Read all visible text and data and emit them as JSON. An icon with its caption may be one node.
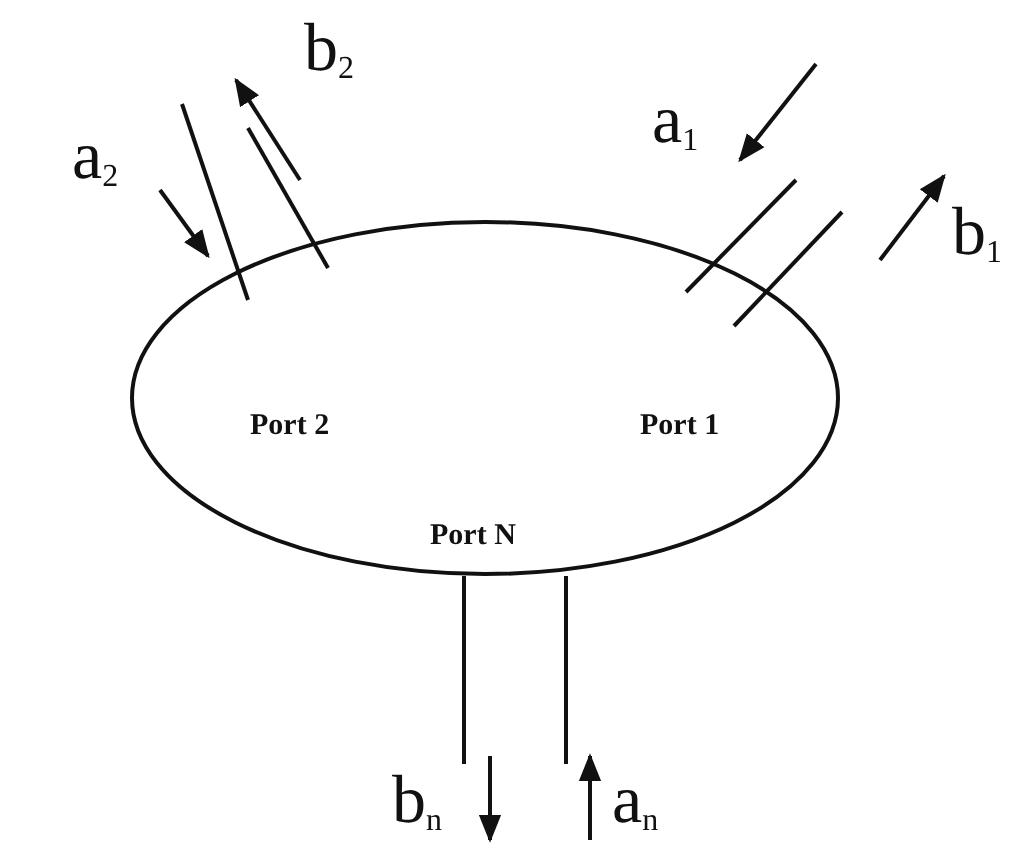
{
  "diagram": {
    "nodes": [
      {
        "text": [
          "Port 2",
          "Port 1",
          "Port N"
        ]
      }
    ],
    "edges": [],
    "labels": [
      "a$_{2}$",
      "b$_{2}$",
      "a$_{1}$",
      "b$_{1}$",
      "b$_{n}$",
      "a$_{n}$"
    ]
  }
}
